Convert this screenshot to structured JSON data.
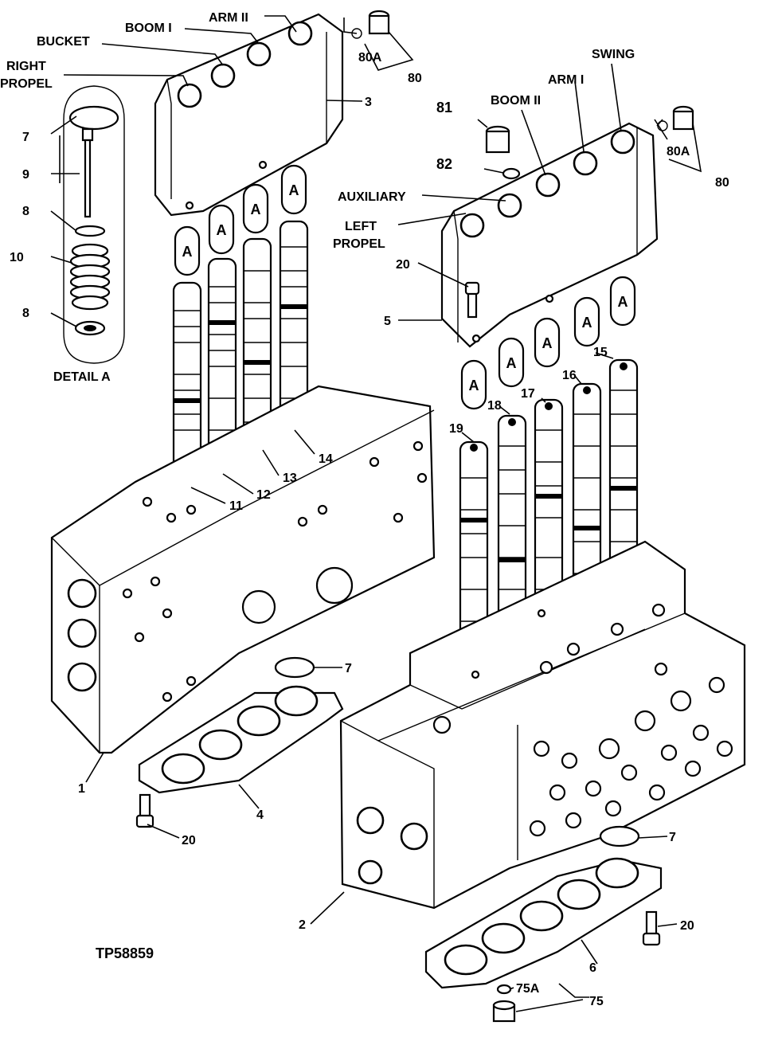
{
  "figure_id": "TP58859",
  "labels": {
    "arm_ii": "ARM II",
    "boom_i": "BOOM I",
    "bucket": "BUCKET",
    "right_propel_1": "RIGHT",
    "right_propel_2": "PROPEL",
    "swing": "SWING",
    "arm_i": "ARM I",
    "boom_ii": "BOOM II",
    "auxiliary": "AUXILIARY",
    "left_propel_1": "LEFT",
    "left_propel_2": "PROPEL",
    "detail_a": "DETAIL A",
    "detail_marker": "A"
  },
  "callouts": {
    "c1": "1",
    "c2": "2",
    "c3": "3",
    "c4": "4",
    "c5": "5",
    "c6": "6",
    "c7a": "7",
    "c7b": "7",
    "c7c": "7",
    "c8a": "8",
    "c8b": "8",
    "c9": "9",
    "c10": "10",
    "c11": "11",
    "c12": "12",
    "c13": "13",
    "c14": "14",
    "c15": "15",
    "c16": "16",
    "c17": "17",
    "c18": "18",
    "c19": "19",
    "c20a": "20",
    "c20b": "20",
    "c20c": "20",
    "c75": "75",
    "c75a": "75A",
    "c80a": "80",
    "c80b": "80",
    "c80aa": "80A",
    "c80ab": "80A",
    "c81": "81",
    "c82": "82"
  }
}
